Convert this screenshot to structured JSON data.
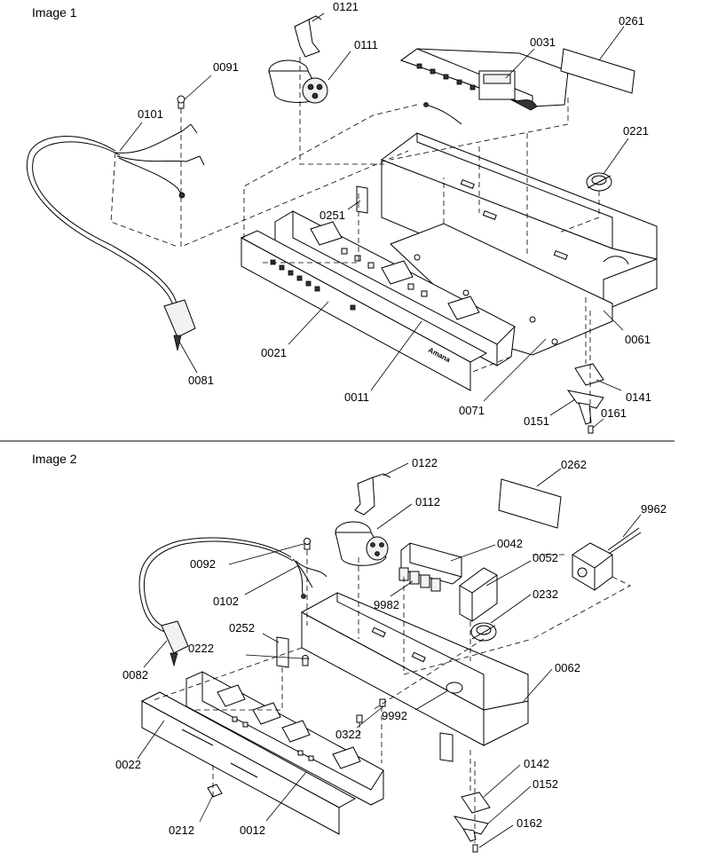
{
  "sections": [
    {
      "title": "Image 1"
    },
    {
      "title": "Image 2"
    }
  ],
  "image1_labels": {
    "p0121": "0121",
    "p0111": "0111",
    "p0091": "0091",
    "p0031": "0031",
    "p0261": "0261",
    "p0101": "0101",
    "p0221": "0221",
    "p0251": "0251",
    "p0021": "0021",
    "p0061": "0061",
    "p0081": "0081",
    "p0011": "0011",
    "p0071": "0071",
    "p0141": "0141",
    "p0151": "0151",
    "p0161": "0161"
  },
  "image2_labels": {
    "p0122": "0122",
    "p0262": "0262",
    "p0112": "0112",
    "p9962": "9962",
    "p0042": "0042",
    "p0092": "0092",
    "p0052": "0052",
    "p0102": "0102",
    "p9982": "9982",
    "p0232": "0232",
    "p0252": "0252",
    "p0222": "0222",
    "p0062": "0062",
    "p0082": "0082",
    "p9992": "9992",
    "p0322": "0322",
    "p0022": "0022",
    "p0142": "0142",
    "p0152": "0152",
    "p0212": "0212",
    "p0012": "0012",
    "p0162": "0162"
  },
  "brand_text": "Amana"
}
